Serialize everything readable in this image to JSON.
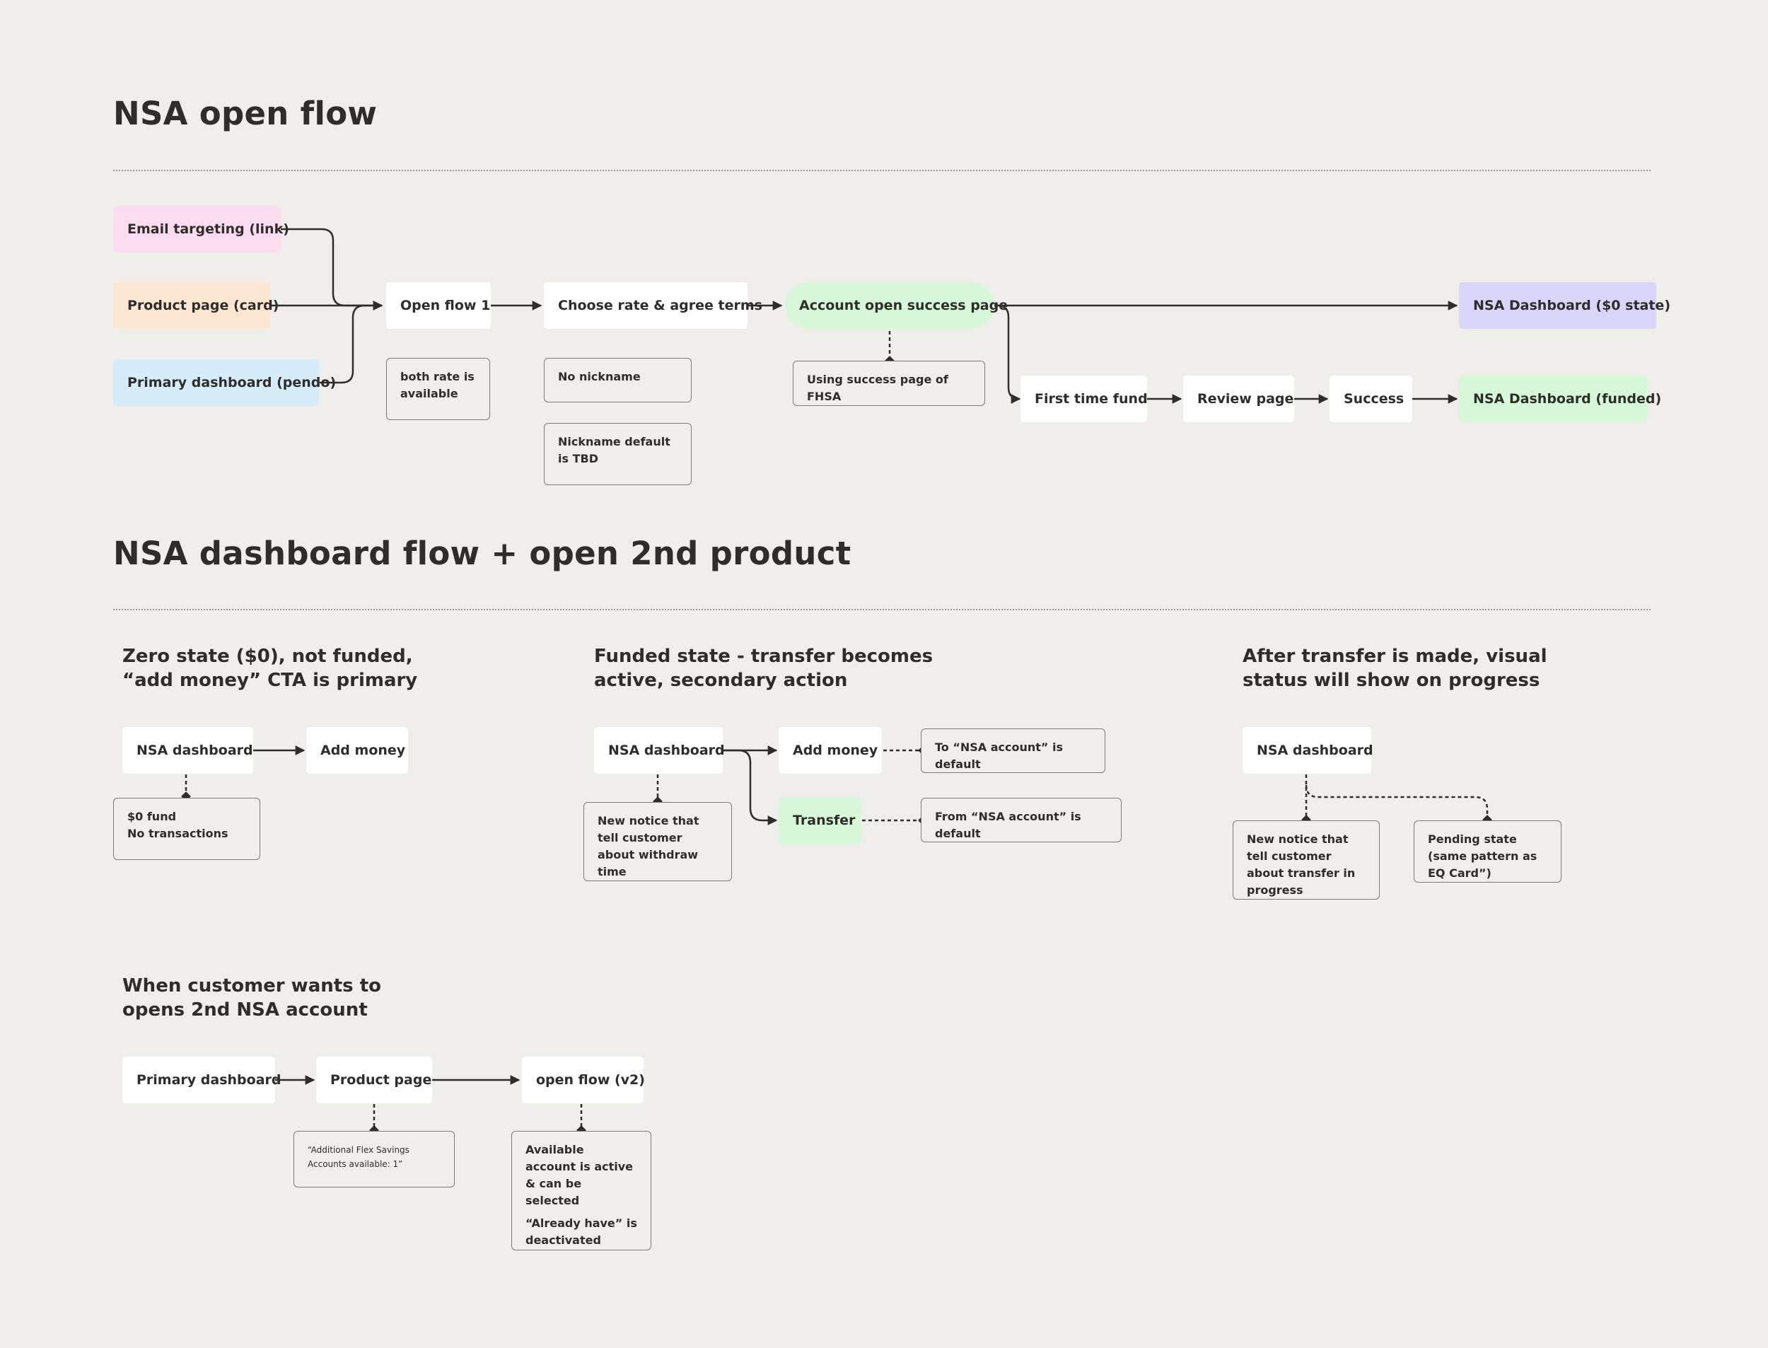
{
  "sections": {
    "open_flow_title": "NSA open flow",
    "dashboard_flow_title": "NSA dashboard flow + open 2nd product"
  },
  "open_flow": {
    "entry_email": "Email targeting (link)",
    "entry_product": "Product page (card)",
    "entry_primary": "Primary dashboard (pendo)",
    "open_flow_1": "Open flow 1",
    "open_flow_1_note": "both rate is available",
    "choose_rate": "Choose rate & agree terms",
    "no_nickname_note": "No nickname",
    "nickname_default_note": "Nickname default is TBD",
    "success_page": "Account open success page",
    "success_page_note": "Using success page of FHSA",
    "dashboard_zero": "NSA Dashboard ($0 state)",
    "first_time_fund": "First time fund",
    "review_page": "Review page",
    "success": "Success",
    "dashboard_funded": "NSA Dashboard (funded)"
  },
  "zero_state": {
    "heading_line1": "Zero state ($0), not funded,",
    "heading_line2": "“add money” CTA is primary",
    "dashboard": "NSA dashboard",
    "add_money": "Add money",
    "note_line1": "$0 fund",
    "note_line2": "No transactions"
  },
  "funded_state": {
    "heading_line1": "Funded state - transfer becomes",
    "heading_line2": "active, secondary action",
    "dashboard": "NSA dashboard",
    "add_money": "Add money",
    "transfer": "Transfer",
    "to_note": "To “NSA account” is default",
    "from_note": "From “NSA account” is default",
    "notice_note": "New notice that tell customer about withdraw time"
  },
  "after_transfer": {
    "heading_line1": "After transfer is made, visual",
    "heading_line2": "status will show on progress",
    "dashboard": "NSA dashboard",
    "notice_note": "New notice that tell customer about transfer in progress",
    "pending_note": "Pending state (same pattern as EQ Card”)"
  },
  "second_account": {
    "heading_line1": "When customer wants to",
    "heading_line2": "opens 2nd NSA account",
    "primary_dashboard": "Primary dashboard",
    "product_page": "Product page",
    "open_flow_v2": "open flow (v2)",
    "product_note": "“Additional Flex Savings Accounts available: 1”",
    "open_flow_note_line1": "Available account is active & can be selected",
    "open_flow_note_line2": "“Already have” is deactivated"
  },
  "colors": {
    "background": "#efeeea",
    "pink": "#fbdcf0",
    "peach": "#fde7d3",
    "light_blue": "#d6ecf9",
    "green": "#d6f8d8",
    "lavender": "#d9d6fa",
    "line": "#2f2d2b"
  }
}
